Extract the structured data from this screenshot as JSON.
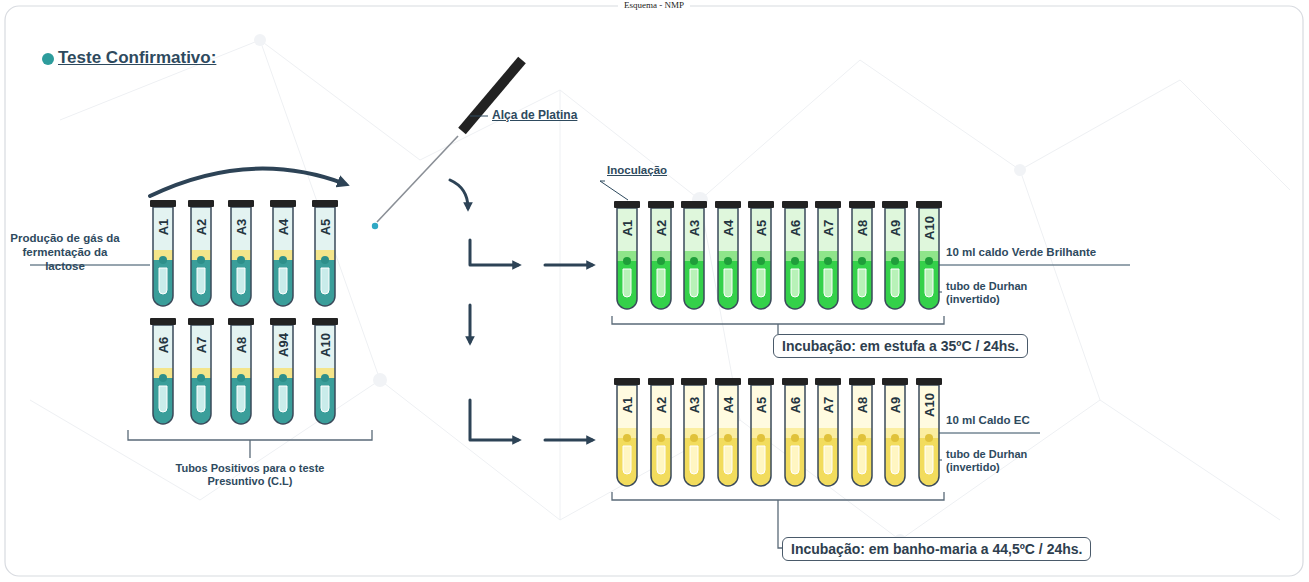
{
  "diagram": {
    "title": "Esquema - NMP",
    "nodes": [
      {
        "text": [
          "A1"
        ]
      },
      {
        "text": [
          "A2"
        ]
      },
      {
        "text": [
          "A3"
        ]
      },
      {
        "text": [
          "A4"
        ]
      },
      {
        "text": [
          "A5"
        ]
      },
      {
        "text": [
          "A6"
        ]
      },
      {
        "text": [
          "A7"
        ]
      },
      {
        "text": [
          "A8"
        ]
      },
      {
        "text": [
          "A94"
        ]
      },
      {
        "text": [
          "A10"
        ]
      },
      {
        "text": [
          "A1"
        ]
      },
      {
        "text": [
          "A2"
        ]
      },
      {
        "text": [
          "A3"
        ]
      },
      {
        "text": [
          "A4"
        ]
      },
      {
        "text": [
          "A5"
        ]
      },
      {
        "text": [
          "A6"
        ]
      },
      {
        "text": [
          "A7"
        ]
      },
      {
        "text": [
          "A8"
        ]
      },
      {
        "text": [
          "A9"
        ]
      },
      {
        "text": [
          "A10"
        ]
      },
      {
        "text": [
          "A1"
        ]
      },
      {
        "text": [
          "A2"
        ]
      },
      {
        "text": [
          "A3"
        ]
      },
      {
        "text": [
          "A4"
        ]
      },
      {
        "text": [
          "A5"
        ]
      },
      {
        "text": [
          "A6"
        ]
      },
      {
        "text": [
          "A7"
        ]
      },
      {
        "text": [
          "A8"
        ]
      },
      {
        "text": [
          "A9"
        ]
      },
      {
        "text": [
          "A10"
        ]
      },
      {
        "text": [
          "Incubação: em estufa a 35ºC / 24hs."
        ]
      },
      {
        "text": [
          "Incubação: em banho-maria a 44,5ºC / 24hs."
        ]
      }
    ],
    "labels": [
      "Teste Confirmativo:",
      "Alça de Platina",
      "Produção de gás da fermentação da lactose",
      "Tubos Positivos para o teste Presuntivo (C.L)",
      "Inoculação",
      "10 ml caldo Verde Brilhante",
      "tubo de Durhan (invertido)",
      "10 ml Caldo EC",
      "tubo de Durhan (invertido)"
    ]
  }
}
